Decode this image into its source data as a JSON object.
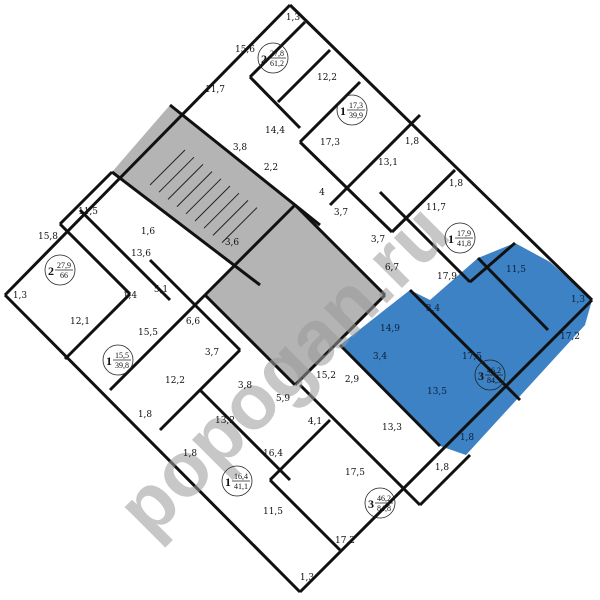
{
  "plan": {
    "colors": {
      "highlight": "#3c82c4",
      "common_area": "#b4b4b4",
      "walls": "#111111",
      "watermark": "#9a9a9a"
    },
    "watermark": "popogan.ru",
    "rooms": [
      "1,3",
      "15,6",
      "12,2",
      "11,7",
      "14,4",
      "17,3",
      "3,8",
      "2,2",
      "13,1",
      "1,8",
      "1,8",
      "4",
      "3,7",
      "11,7",
      "3,7",
      "6,7",
      "17,9",
      "11,5",
      "1,3",
      "17,2",
      "14,9",
      "3,4",
      "3,4",
      "17,5",
      "13,5",
      "1,8",
      "15,2",
      "2,9",
      "4,1",
      "13,3",
      "1,8",
      "17,5",
      "17,2",
      "1,3",
      "11,5",
      "16,4",
      "1,8",
      "13,2",
      "1,8",
      "12,2",
      "3,8",
      "5,9",
      "3,7",
      "15,5",
      "12,1",
      "6,6",
      "1,4",
      "5,1",
      "1,3",
      "15,8",
      "13,6",
      "11,5",
      "1,6",
      "3,6"
    ],
    "apartments": [
      {
        "rooms": "2",
        "living": "27,8",
        "total": "61,2",
        "highlighted": false
      },
      {
        "rooms": "1",
        "living": "17,3",
        "total": "39,9",
        "highlighted": false
      },
      {
        "rooms": "1",
        "living": "17,9",
        "total": "41,8",
        "highlighted": false
      },
      {
        "rooms": "3",
        "living": "46,2",
        "total": "84,5",
        "highlighted": true
      },
      {
        "rooms": "3",
        "living": "46,2",
        "total": "84,8",
        "highlighted": false
      },
      {
        "rooms": "1",
        "living": "16,4",
        "total": "41,1",
        "highlighted": false
      },
      {
        "rooms": "1",
        "living": "15,5",
        "total": "39,8",
        "highlighted": false
      },
      {
        "rooms": "2",
        "living": "27,9",
        "total": "66",
        "highlighted": false
      }
    ]
  }
}
